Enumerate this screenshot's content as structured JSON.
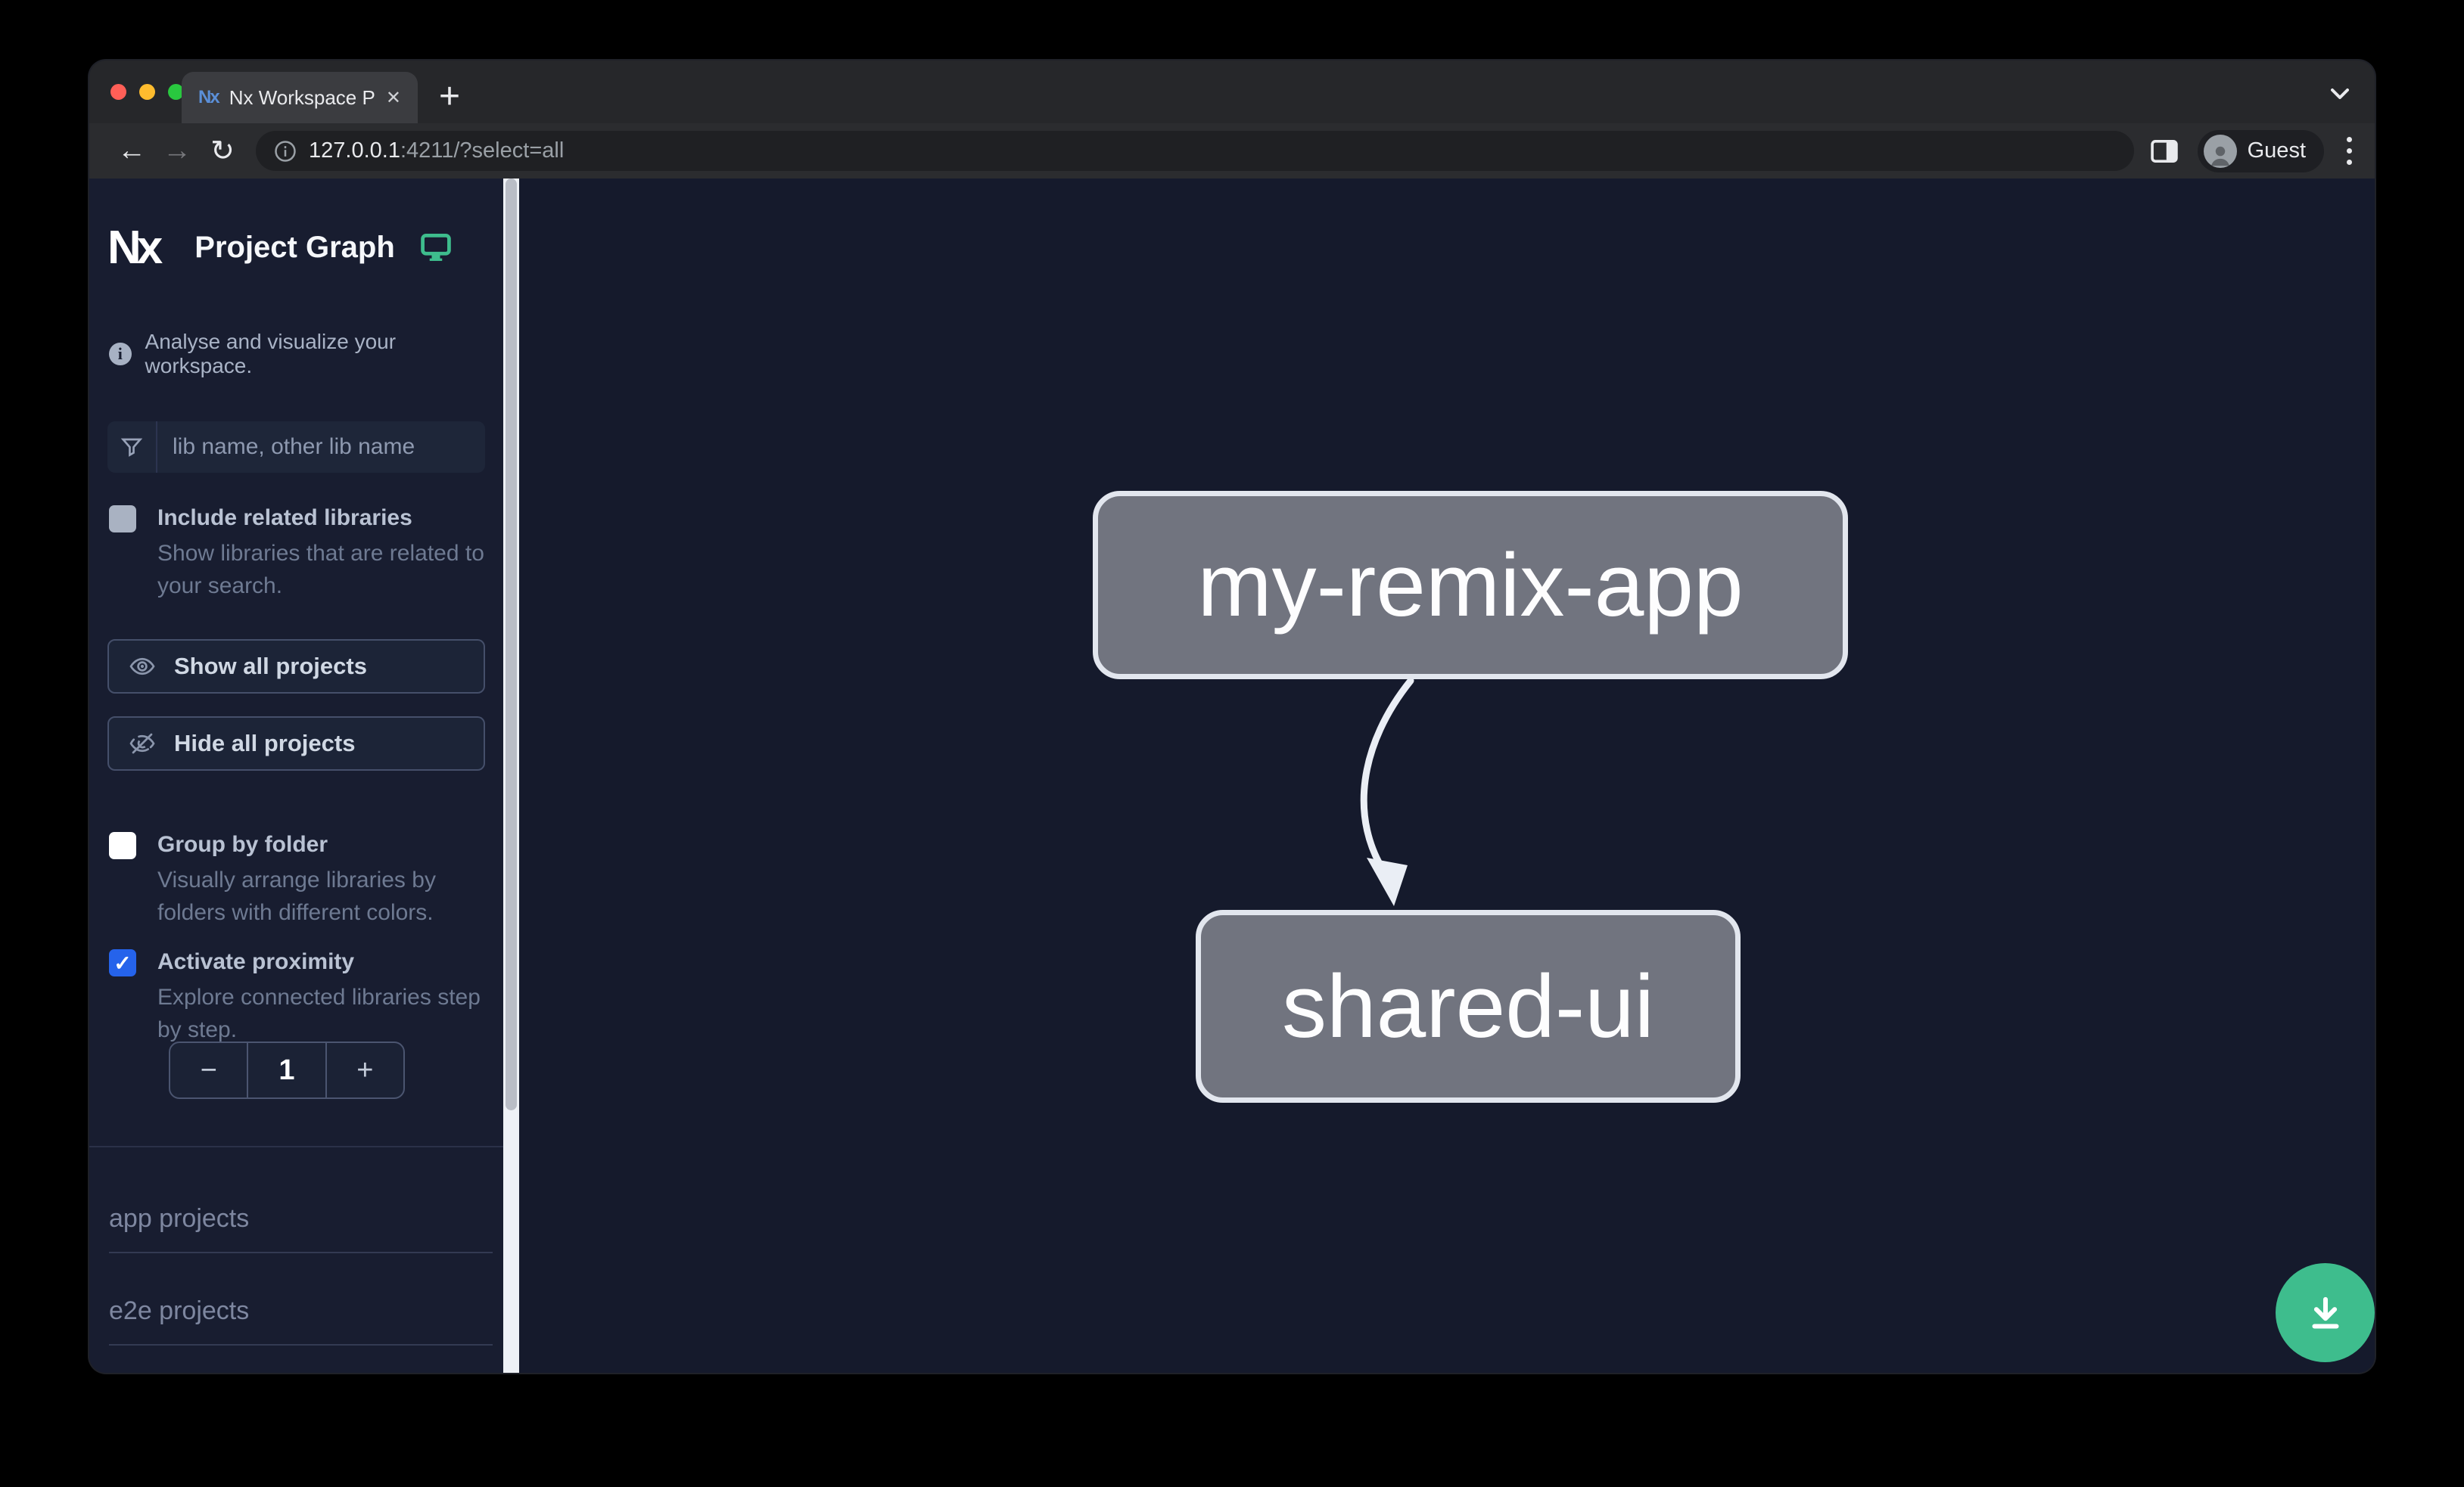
{
  "browser": {
    "tab": {
      "title": "Nx Workspace Project Graph"
    },
    "url": {
      "host": "127.0.0.1",
      "rest": ":4211/?select=all"
    },
    "profile": {
      "label": "Guest"
    }
  },
  "icons": {
    "back": "←",
    "forward": "→",
    "reload": "↻",
    "tab_close": "✕",
    "new_tab": "+",
    "info_i": "i",
    "minus": "−",
    "plus": "+",
    "check": "✓"
  },
  "sidebar": {
    "logo_text": "Nx",
    "title": "Project Graph",
    "tagline": "Analyse and visualize your workspace.",
    "search": {
      "placeholder": "lib name, other lib name"
    },
    "include_related": {
      "label": "Include related libraries",
      "description": "Show libraries that are related to your search.",
      "checked": false
    },
    "show_all_label": "Show all projects",
    "hide_all_label": "Hide all projects",
    "group_by_folder": {
      "label": "Group by folder",
      "description": "Visually arrange libraries by folders with different colors.",
      "checked": false
    },
    "proximity": {
      "label": "Activate proximity",
      "description": "Explore connected libraries step by step.",
      "checked": true,
      "value": "1"
    },
    "sections": [
      {
        "label": "app projects"
      },
      {
        "label": "e2e projects"
      }
    ]
  },
  "graph": {
    "nodes": [
      {
        "id": "my-remix-app"
      },
      {
        "id": "shared-ui"
      }
    ],
    "edges": [
      {
        "source": "my-remix-app",
        "target": "shared-ui"
      }
    ]
  },
  "colors": {
    "accent_green": "#3ebd8d",
    "checkbox_blue": "#2563eb",
    "sidebar_bg": "#181d30",
    "canvas_bg": "#151a2c",
    "node_fill": "#71747f",
    "node_border": "#e2e6ee"
  }
}
